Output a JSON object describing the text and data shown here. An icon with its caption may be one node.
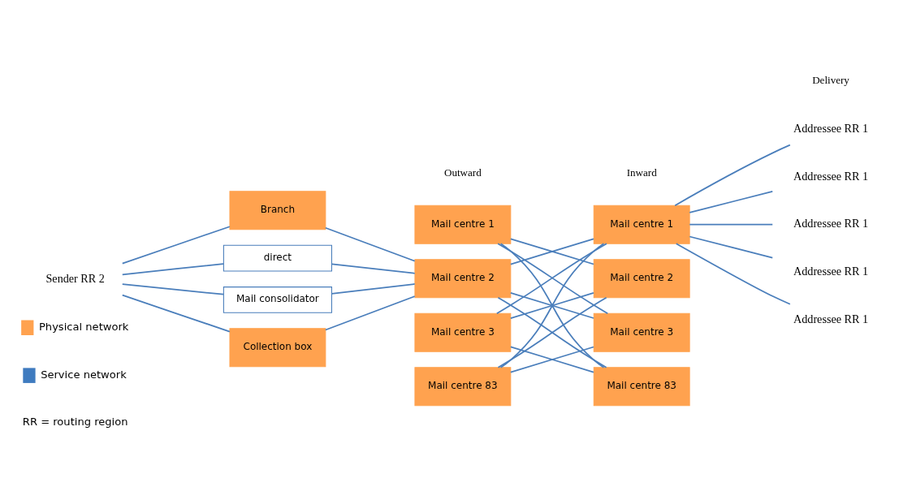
{
  "diagram": {
    "nodes": [
      {
        "text": [
          "Sender RR 2"
        ]
      },
      {
        "text": [
          "Branch"
        ]
      },
      {
        "text": [
          "direct"
        ]
      },
      {
        "text": [
          "Mail consolidator"
        ]
      },
      {
        "text": [
          "Collection box"
        ]
      },
      {
        "text": [
          "Mail centre 1"
        ]
      },
      {
        "text": [
          "Mail centre 2"
        ]
      },
      {
        "text": [
          "Mail centre 3"
        ]
      },
      {
        "text": [
          "Mail centre 83"
        ]
      },
      {
        "text": [
          "Mail centre 1"
        ]
      },
      {
        "text": [
          "Mail centre 2"
        ]
      },
      {
        "text": [
          "Mail centre 3"
        ]
      },
      {
        "text": [
          "Mail centre 83"
        ]
      },
      {
        "text": [
          "Addressee RR 1"
        ]
      },
      {
        "text": [
          "Addressee RR 1"
        ]
      },
      {
        "text": [
          "Addressee RR 1"
        ]
      },
      {
        "text": [
          "Addressee RR 1"
        ]
      },
      {
        "text": [
          "Addressee RR 1"
        ]
      }
    ],
    "edges": [
      {
        "from": 0,
        "to": 1,
        "arrow": "none"
      },
      {
        "from": 0,
        "to": 2,
        "arrow": "none"
      },
      {
        "from": 0,
        "to": 3,
        "arrow": "none"
      },
      {
        "from": 0,
        "to": 4,
        "arrow": "none"
      },
      {
        "from": 1,
        "to": 6,
        "arrow": "none"
      },
      {
        "from": 2,
        "to": 6,
        "arrow": "none"
      },
      {
        "from": 3,
        "to": 6,
        "arrow": "none"
      },
      {
        "from": 4,
        "to": 6,
        "arrow": "none"
      },
      {
        "from": 5,
        "to": 10,
        "arrow": "none"
      },
      {
        "from": 5,
        "to": 11,
        "arrow": "none"
      },
      {
        "from": 5,
        "to": 12,
        "arrow": "none"
      },
      {
        "from": 6,
        "to": 9,
        "arrow": "none"
      },
      {
        "from": 6,
        "to": 11,
        "arrow": "none"
      },
      {
        "from": 6,
        "to": 12,
        "arrow": "none"
      },
      {
        "from": 7,
        "to": 9,
        "arrow": "none"
      },
      {
        "from": 7,
        "to": 10,
        "arrow": "none"
      },
      {
        "from": 7,
        "to": 12,
        "arrow": "none"
      },
      {
        "from": 8,
        "to": 9,
        "arrow": "none"
      },
      {
        "from": 8,
        "to": 10,
        "arrow": "none"
      },
      {
        "from": 8,
        "to": 11,
        "arrow": "none"
      },
      {
        "from": 9,
        "to": 13,
        "arrow": "none"
      },
      {
        "from": 9,
        "to": 14,
        "arrow": "none"
      },
      {
        "from": 9,
        "to": 15,
        "arrow": "none"
      },
      {
        "from": 9,
        "to": 16,
        "arrow": "none"
      },
      {
        "from": 9,
        "to": 17,
        "arrow": "none"
      }
    ],
    "labels": [
      "Outward",
      "Inward",
      "Delivery",
      "RR = routing region"
    ],
    "legend": [
      {
        "text": "Physical network",
        "color": "#ffa24f"
      },
      {
        "text": "Service network",
        "color": "#3f7bbf"
      }
    ]
  }
}
